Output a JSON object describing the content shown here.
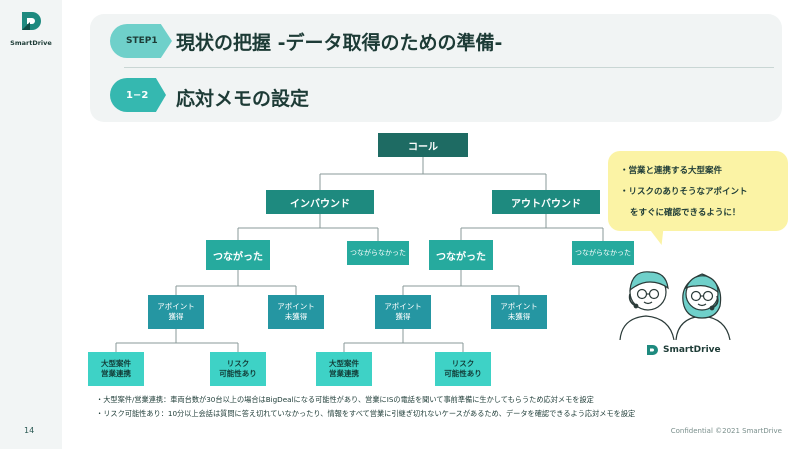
{
  "brand": {
    "name": "SmartDrive"
  },
  "page": {
    "number": "14"
  },
  "header": {
    "step_label": "STEP1",
    "title": "現状の把握 -データ取得のための準備-",
    "sub_label": "1−2",
    "subtitle": "応対メモの設定"
  },
  "tree": {
    "root": "コール",
    "inbound": "インバウンド",
    "outbound": "アウトバウンド",
    "connected": "つながった",
    "not_connected": "つながらなかった",
    "appointment": "アポイント\n獲得",
    "no_appointment": "アポイント\n未獲得",
    "big_deal": "大型案件\n営業連携",
    "risk": "リスク\n可能性あり"
  },
  "bubble": {
    "lines": [
      "・営業と連携する大型案件",
      "・リスクのありそうなアポイント",
      "をすぐに確認できるように！"
    ]
  },
  "notes": [
    "・大型案件/営業連携：車両台数が30台以上の場合はBigDealになる可能性があり、営業にISの電話を聞いて事前準備に生かしてもらうため応対メモを設定",
    "・リスク可能性あり：10分以上会話は質問に答え切れていなかったり、情報をすべて営業に引継ぎ切れないケースがあるため、データを確認できるよう応対メモを設定"
  ],
  "footer": "Confidential  ©2021 SmartDrive",
  "colors": {
    "teal": "#35b8b0",
    "dark_teal": "#1e6b63",
    "bubble": "#fbf3a5"
  }
}
